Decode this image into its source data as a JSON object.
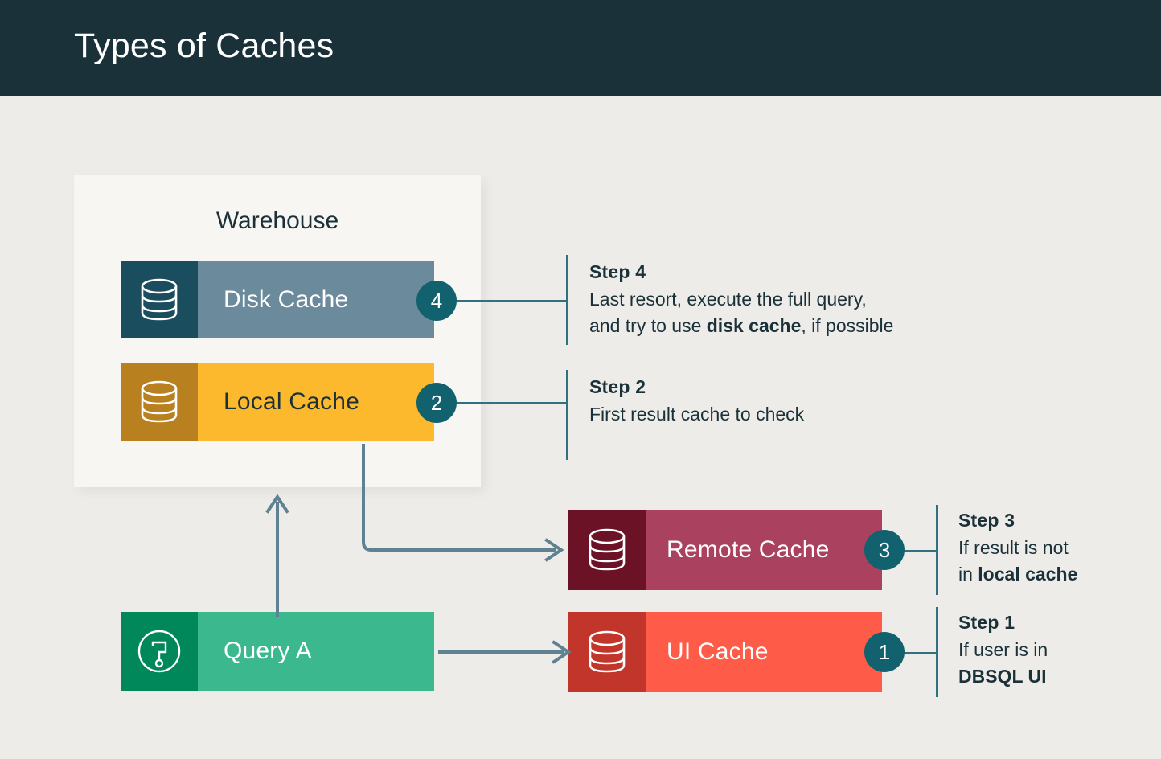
{
  "header": {
    "title": "Types of Caches"
  },
  "warehouse": {
    "label": "Warehouse"
  },
  "bars": {
    "disk": {
      "label": "Disk Cache",
      "badge": "4",
      "icon": "database-icon",
      "body_color": "#6b8a9b",
      "icon_color": "#1a4e5e",
      "text_color": "#ffffff"
    },
    "local": {
      "label": "Local Cache",
      "badge": "2",
      "icon": "database-icon",
      "body_color": "#fcb92e",
      "icon_color": "#b8801f",
      "text_color": "#1b3139"
    },
    "remote": {
      "label": "Remote Cache",
      "badge": "3",
      "icon": "database-icon",
      "body_color": "#a9415f",
      "icon_color": "#6b1226",
      "text_color": "#ffffff"
    },
    "ui": {
      "label": "UI Cache",
      "badge": "1",
      "icon": "database-icon",
      "body_color": "#fe5c48",
      "icon_color": "#c1352b",
      "text_color": "#ffffff"
    },
    "query": {
      "label": "Query A",
      "badge": "",
      "icon": "question-mark-circle-icon",
      "body_color": "#3cb88e",
      "icon_color": "#00875a",
      "text_color": "#ffffff"
    }
  },
  "steps": {
    "step1": {
      "title": "Step 1",
      "line1": "If user is in",
      "line2_bold": "DBSQL UI"
    },
    "step2": {
      "title": "Step 2",
      "line1": "First result cache to check"
    },
    "step3": {
      "title": "Step 3",
      "line1": "If result is not",
      "line2_prefix": "in ",
      "line2_bold": "local cache"
    },
    "step4": {
      "title": "Step 4",
      "line1": "Last resort, execute the full query,",
      "line2_prefix": "and try to use ",
      "line2_bold": "disk cache",
      "line2_suffix": ", if possible"
    }
  },
  "colors": {
    "page_bg": "#edece8",
    "header_bg": "#1b3139",
    "panel_bg": "#f7f6f2",
    "badge_bg": "#11616e",
    "connector": "#31707f",
    "arrow": "#5e8291",
    "text_dark": "#1b3139"
  }
}
